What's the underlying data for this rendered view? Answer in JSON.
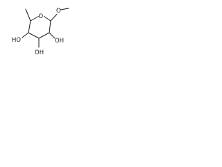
{
  "structure": {
    "atoms": {
      "ring_oxygen": "O",
      "methoxy_oxygen": "O",
      "hydroxyl_2": "OH",
      "hydroxyl_3": "OH",
      "hydroxyl_4": "HO"
    },
    "colors": {
      "ink": "#1a1a1a",
      "background": "#ffffff"
    }
  }
}
